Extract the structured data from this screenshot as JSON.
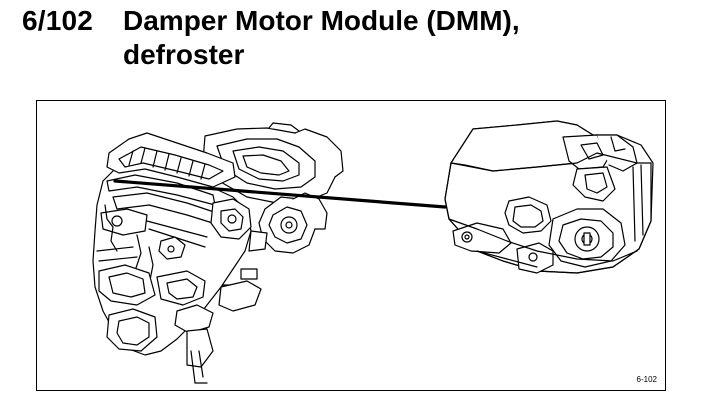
{
  "document": {
    "section_number": "6/102",
    "title_lines": [
      "Damper Motor Module (DMM),",
      "defroster"
    ],
    "figure": {
      "code": "6-102",
      "illustration_parts": [
        "hvac-housing-illustration",
        "damper-motor-module-illustration",
        "leader-line"
      ]
    }
  }
}
